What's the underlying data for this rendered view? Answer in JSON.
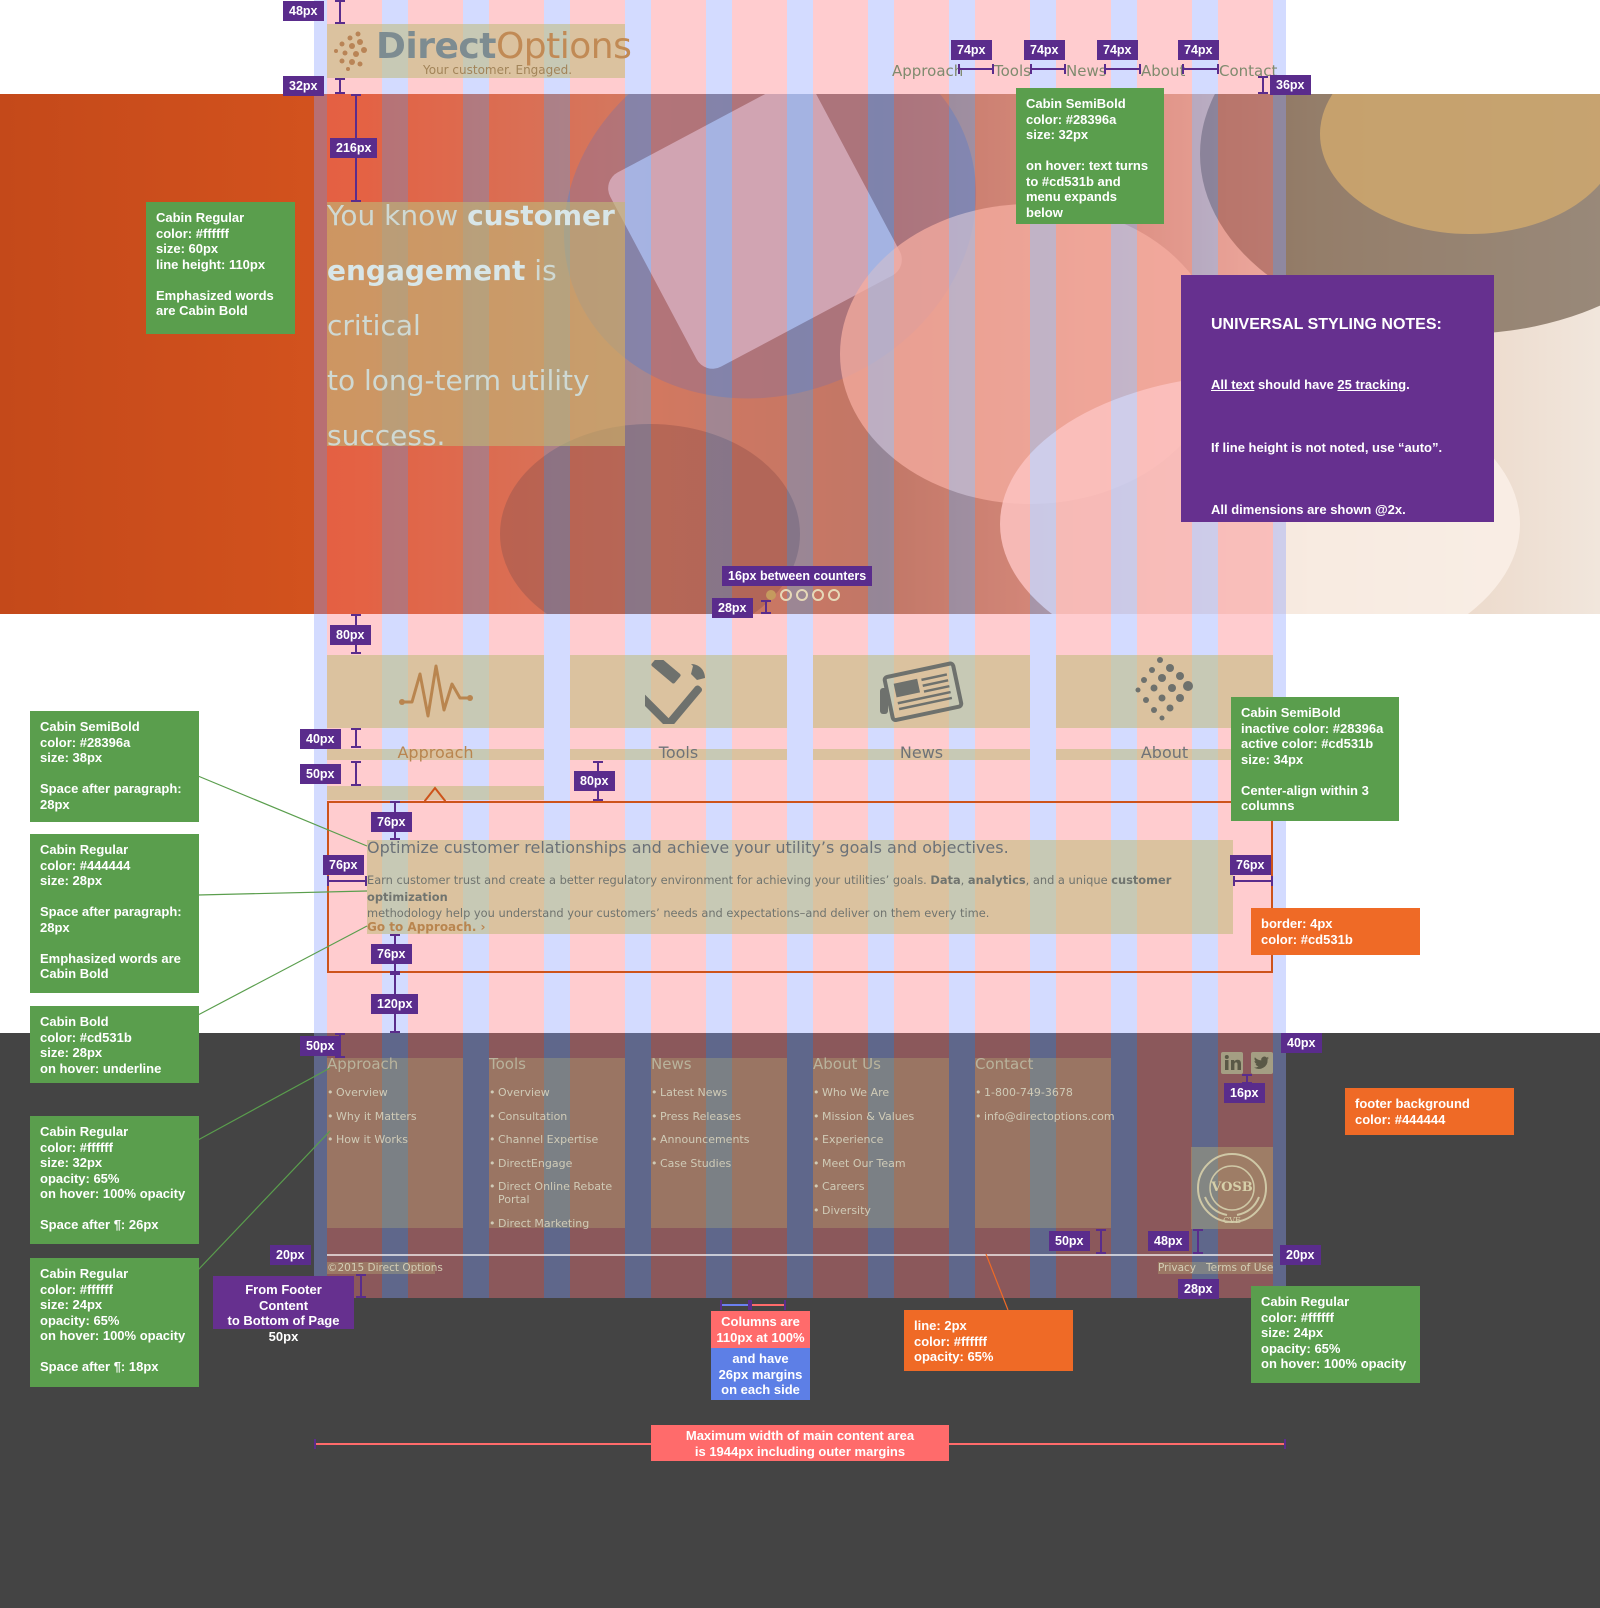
{
  "brand": {
    "logo_primary": "Direct",
    "logo_secondary": "Options",
    "tagline_a": "Your customer.",
    "tagline_b": "Engaged."
  },
  "nav": {
    "items": [
      "Approach",
      "Tools",
      "News",
      "About",
      "Contact"
    ],
    "spacing_tags": [
      "74px",
      "74px",
      "74px",
      "74px"
    ]
  },
  "hero": {
    "line1_a": "You know ",
    "line1_b": "customer",
    "line2_a": "engagement",
    "line2_b": " is critical",
    "line3": "to long-term utility",
    "line4": "success.",
    "counters_note": "16px between counters"
  },
  "cards": [
    {
      "label": "Approach",
      "icon": "pulse-icon",
      "active": true
    },
    {
      "label": "Tools",
      "icon": "tools-icon",
      "active": false
    },
    {
      "label": "News",
      "icon": "newspaper-icon",
      "active": false
    },
    {
      "label": "About",
      "icon": "dots-icon",
      "active": false
    }
  ],
  "content": {
    "heading": "Optimize customer relationships and achieve your utility’s goals and objectives.",
    "body_a": "Earn customer trust and create a better regulatory environment for achieving your utilities’ goals. ",
    "body_b": "Data",
    "body_c": ", ",
    "body_d": "analytics",
    "body_e": ", and a unique ",
    "body_f": "customer optimization",
    "body_g": "methodology help you understand your customers’ needs and expectations–and deliver on them every time.",
    "link": "Go to Approach. ›"
  },
  "footer": {
    "columns": [
      {
        "title": "Approach",
        "items": [
          "Overview",
          "Why it Matters",
          "How it Works"
        ]
      },
      {
        "title": "Tools",
        "items": [
          "Overview",
          "Consultation",
          "Channel Expertise",
          "DirectEngage",
          "Direct Online Rebate Portal",
          "Direct Marketing"
        ]
      },
      {
        "title": "News",
        "items": [
          "Latest News",
          "Press Releases",
          "Announcements",
          "Case Studies"
        ]
      },
      {
        "title": "About Us",
        "items": [
          "Who We Are",
          "Mission & Values",
          "Experience",
          "Meet Our Team",
          "Careers",
          "Diversity"
        ]
      },
      {
        "title": "Contact",
        "items": [
          "1-800-749-3678",
          "info@directoptions.com"
        ]
      }
    ],
    "copyright": "©2015 Direct Options",
    "privacy": "Privacy",
    "terms": "Terms of Use",
    "social": [
      "linkedin-icon",
      "twitter-icon"
    ],
    "seal_text": "VOSB",
    "seal_sub": "CVE"
  },
  "spec_tags": {
    "t48": "48px",
    "t32": "32px",
    "t36": "36px",
    "t216": "216px",
    "t80a": "80px",
    "t28": "28px",
    "t40": "40px",
    "t50a": "50px",
    "t80b": "80px",
    "t76a": "76px",
    "t76b": "76px",
    "t76c": "76px",
    "t76d": "76px",
    "t120": "120px",
    "t50b": "50px",
    "t40b": "40px",
    "t16": "16px",
    "t20a": "20px",
    "t20b": "20px",
    "t50c": "50px",
    "t48b": "48px",
    "t28b": "28px"
  },
  "annotations": {
    "nav_font": "Cabin SemiBold\ncolor: #28396a\nsize: 32px\n\non hover: text turns\nto #cd531b and\nmenu expands\nbelow",
    "hero_font": "Cabin Regular\ncolor: #ffffff\nsize: 60px\nline height: 110px\n\nEmphasized words\nare Cabin Bold",
    "universal_title": "UNIVERSAL STYLING NOTES:",
    "universal_1a": "All text",
    "universal_1b": " should have ",
    "universal_1c": "25 tracking",
    "universal_1d": ".",
    "universal_2": "If line height is not noted, use “auto”.",
    "universal_3": "All dimensions are shown @2x.",
    "card_font": "Cabin SemiBold\ninactive color: #28396a\nactive color: #cd531b\nsize: 34px\n\nCenter-align within 3\ncolumns",
    "heading_font": "Cabin SemiBold\ncolor: #28396a\nsize: 38px\n\nSpace after paragraph:\n28px",
    "body_font": "Cabin Regular\ncolor: #444444\nsize: 28px\n\nSpace after paragraph:\n28px\n\nEmphasized words are\nCabin Bold",
    "link_font": "Cabin Bold\ncolor: #cd531b\nsize: 28px\non hover: underline",
    "border_note": "border: 4px\ncolor: #cd531b",
    "footer_bg": "footer background\ncolor: #444444",
    "footer_head_font": "Cabin Regular\ncolor: #ffffff\nsize: 32px\nopacity: 65%\non hover: 100% opacity\n\nSpace after ¶: 26px",
    "footer_item_font": "Cabin Regular\ncolor: #ffffff\nsize: 24px\nopacity: 65%\non hover: 100% opacity\n\nSpace after ¶: 18px",
    "footer_bottom": "From Footer Content\nto Bottom of Page\n50px",
    "columns_a": "Columns are\n110px at 100%",
    "columns_b": "and have\n26px margins\non each side",
    "line_note": "line: 2px\ncolor: #ffffff\nopacity: 65%",
    "legal_font": "Cabin Regular\ncolor: #ffffff\nsize: 24px\nopacity: 65%\non hover: 100% opacity",
    "max_width": "Maximum width of main content area\nis 1944px including outer margins"
  },
  "colors": {
    "accent": "#cd531b",
    "navy": "#28396a",
    "footer": "#444444",
    "annotation_green": "#5a9e4d",
    "annotation_orange": "#ef6a26",
    "annotation_purple": "#66308f"
  }
}
